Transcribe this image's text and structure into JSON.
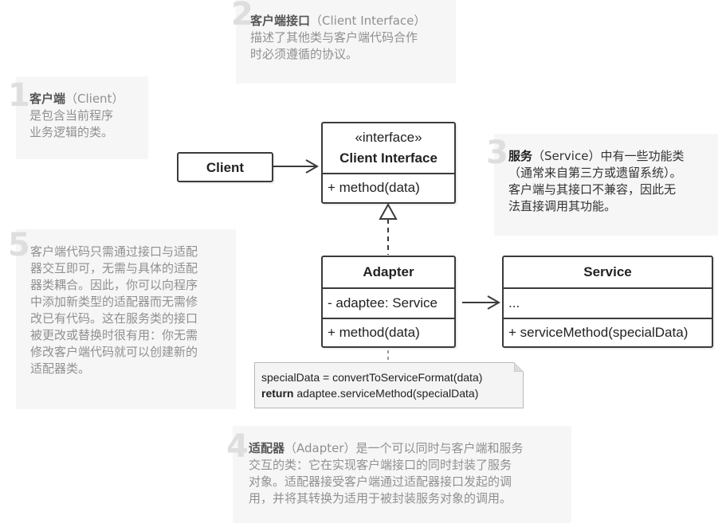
{
  "notes": {
    "n1": {
      "num": "1",
      "title": "客户端",
      "paren": "（Client）",
      "line1": "是包含当前程序",
      "line2": "业务逻辑的类。"
    },
    "n2": {
      "num": "2",
      "title": "客户端接口",
      "paren": "（Client Interface）",
      "line1": "描述了其他类与客户端代码合作",
      "line2": "时必须遵循的协议。"
    },
    "n3": {
      "num": "3",
      "title": "服务",
      "paren": "（Service）中有一些功能类",
      "line1": "（通常来自第三方或遗留系统）。",
      "line2": "客户端与其接口不兼容，因此无",
      "line3": "法直接调用其功能。"
    },
    "n4": {
      "num": "4",
      "title": "适配器",
      "paren": "（Adapter）是一个可以同时与客户端和服务",
      "line1": "交互的类：它在实现客户端接口的同时封装了服务",
      "line2": "对象。适配器接受客户端通过适配器接口发起的调",
      "line3": "用，并将其转换为适用于被封装服务对象的调用。"
    },
    "n5": {
      "num": "5",
      "line1": "客户端代码只需通过接口与适配",
      "line2": "器交互即可，无需与具体的适配",
      "line3": "器类耦合。因此，你可以向程序",
      "line4": "中添加新类型的适配器而无需修",
      "line5": "改已有代码。这在服务类的接口",
      "line6": "被更改或替换时很有用：你无需",
      "line7": "修改客户端代码就可以创建新的",
      "line8": "适配器类。"
    }
  },
  "classes": {
    "client": {
      "name": "Client"
    },
    "interface": {
      "stereotype": "«interface»",
      "name": "Client Interface",
      "method": "+ method(data)"
    },
    "adapter": {
      "name": "Adapter",
      "field": "- adaptee: Service",
      "method": "+ method(data)"
    },
    "service": {
      "name": "Service",
      "field": "...",
      "method": "+ serviceMethod(specialData)"
    }
  },
  "code_note": {
    "line1": "specialData = convertToServiceFormat(data)",
    "keyword": "return",
    "line2_rest": " adaptee.serviceMethod(specialData)"
  }
}
